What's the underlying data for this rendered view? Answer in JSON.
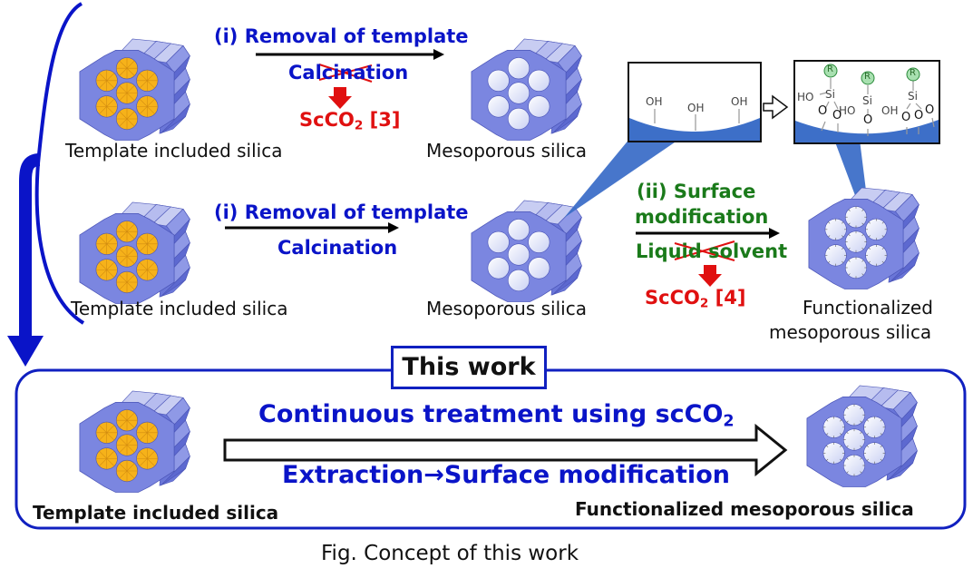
{
  "diagram": {
    "row1": {
      "start_label": "Template included silica",
      "step_title": "(i) Removal of template",
      "struck_method": "Calcination",
      "replacement": "ScCO",
      "replacement_sub": "2",
      "replacement_ref": " [3]",
      "end_label": "Mesoporous silica"
    },
    "row2": {
      "start_label": "Template included silica",
      "step_title": "(i) Removal of template",
      "method": "Calcination",
      "mid_label": "Mesoporous silica",
      "step2_title_line1": "(ii) Surface",
      "step2_title_line2": "modification",
      "struck_method": "Liquid solvent",
      "replacement": "ScCO",
      "replacement_sub": "2",
      "replacement_ref": " [4]",
      "end_label_line1": "Functionalized",
      "end_label_line2": "mesoporous silica"
    },
    "inset_before": {
      "groups": [
        "OH",
        "OH",
        "OH"
      ]
    },
    "inset_after": {
      "r_group": "R",
      "si": "Si",
      "ho": "HO",
      "oh": "OH",
      "o": "O"
    },
    "this_work": {
      "badge": "This work",
      "title": "Continuous treatment using scCO",
      "title_sub": "2",
      "subtitle": "Extraction→Surface modification",
      "start_label": "Template included silica",
      "end_label": "Functionalized mesoporous silica"
    },
    "caption": "Fig. Concept of this work",
    "colors": {
      "process_blue": "#0a14c8",
      "modification_green": "#1a7a1a",
      "replacement_red": "#e01010",
      "silica_body": "#7b86e0",
      "template_fill": "#f6b21a",
      "surface_blue": "#3d6fc8"
    }
  }
}
